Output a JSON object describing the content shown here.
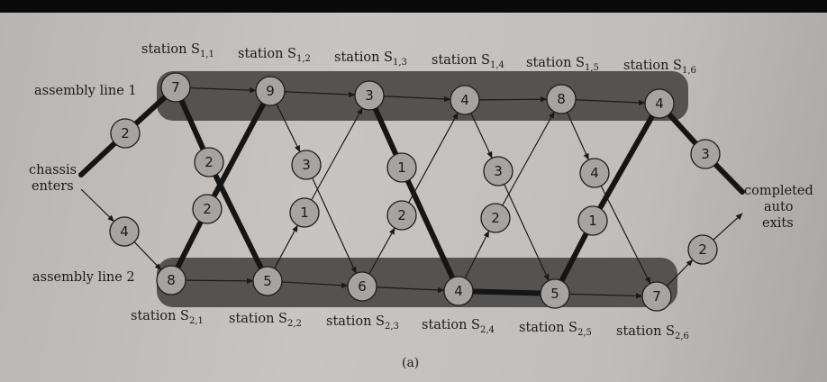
{
  "caption": "(a)",
  "labels": {
    "line1": "assembly line 1",
    "line2": "assembly line 2",
    "entry_a": "chassis",
    "entry_b": "enters",
    "exit_a": "completed",
    "exit_b": "auto",
    "exit_c": "exits"
  },
  "stations_line1": [
    {
      "main": "station S",
      "sub": "1,1"
    },
    {
      "main": "station S",
      "sub": "1,2"
    },
    {
      "main": "station S",
      "sub": "1,3"
    },
    {
      "main": "station S",
      "sub": "1,4"
    },
    {
      "main": "station S",
      "sub": "1,5"
    },
    {
      "main": "station S",
      "sub": "1,6"
    }
  ],
  "stations_line2": [
    {
      "main": "station S",
      "sub": "2,1"
    },
    {
      "main": "station S",
      "sub": "2,2"
    },
    {
      "main": "station S",
      "sub": "2,3"
    },
    {
      "main": "station S",
      "sub": "2,4"
    },
    {
      "main": "station S",
      "sub": "2,5"
    },
    {
      "main": "station S",
      "sub": "2,6"
    }
  ],
  "line1_times": [
    "7",
    "9",
    "3",
    "4",
    "8",
    "4"
  ],
  "line2_times": [
    "8",
    "5",
    "6",
    "4",
    "5",
    "7"
  ],
  "entry_times": {
    "line1": "2",
    "line2": "4"
  },
  "exit_times": {
    "line1": "3",
    "line2": "2"
  },
  "transfer_1_to_2": [
    "2",
    "3",
    "1",
    "3",
    "4"
  ],
  "transfer_2_to_1": [
    "2",
    "1",
    "2",
    "2",
    "1"
  ],
  "fastest_path": "line1(S1,1) -> line2(S2,2) -> line1(S1,3) -> line2(S2,4, S2,5) -> line1(S1,6) -> exit",
  "colors": {
    "band": "#555352",
    "node_fill": "#a6a3a1",
    "node_stroke": "#1c1c1c",
    "bold_path": "#151515"
  }
}
